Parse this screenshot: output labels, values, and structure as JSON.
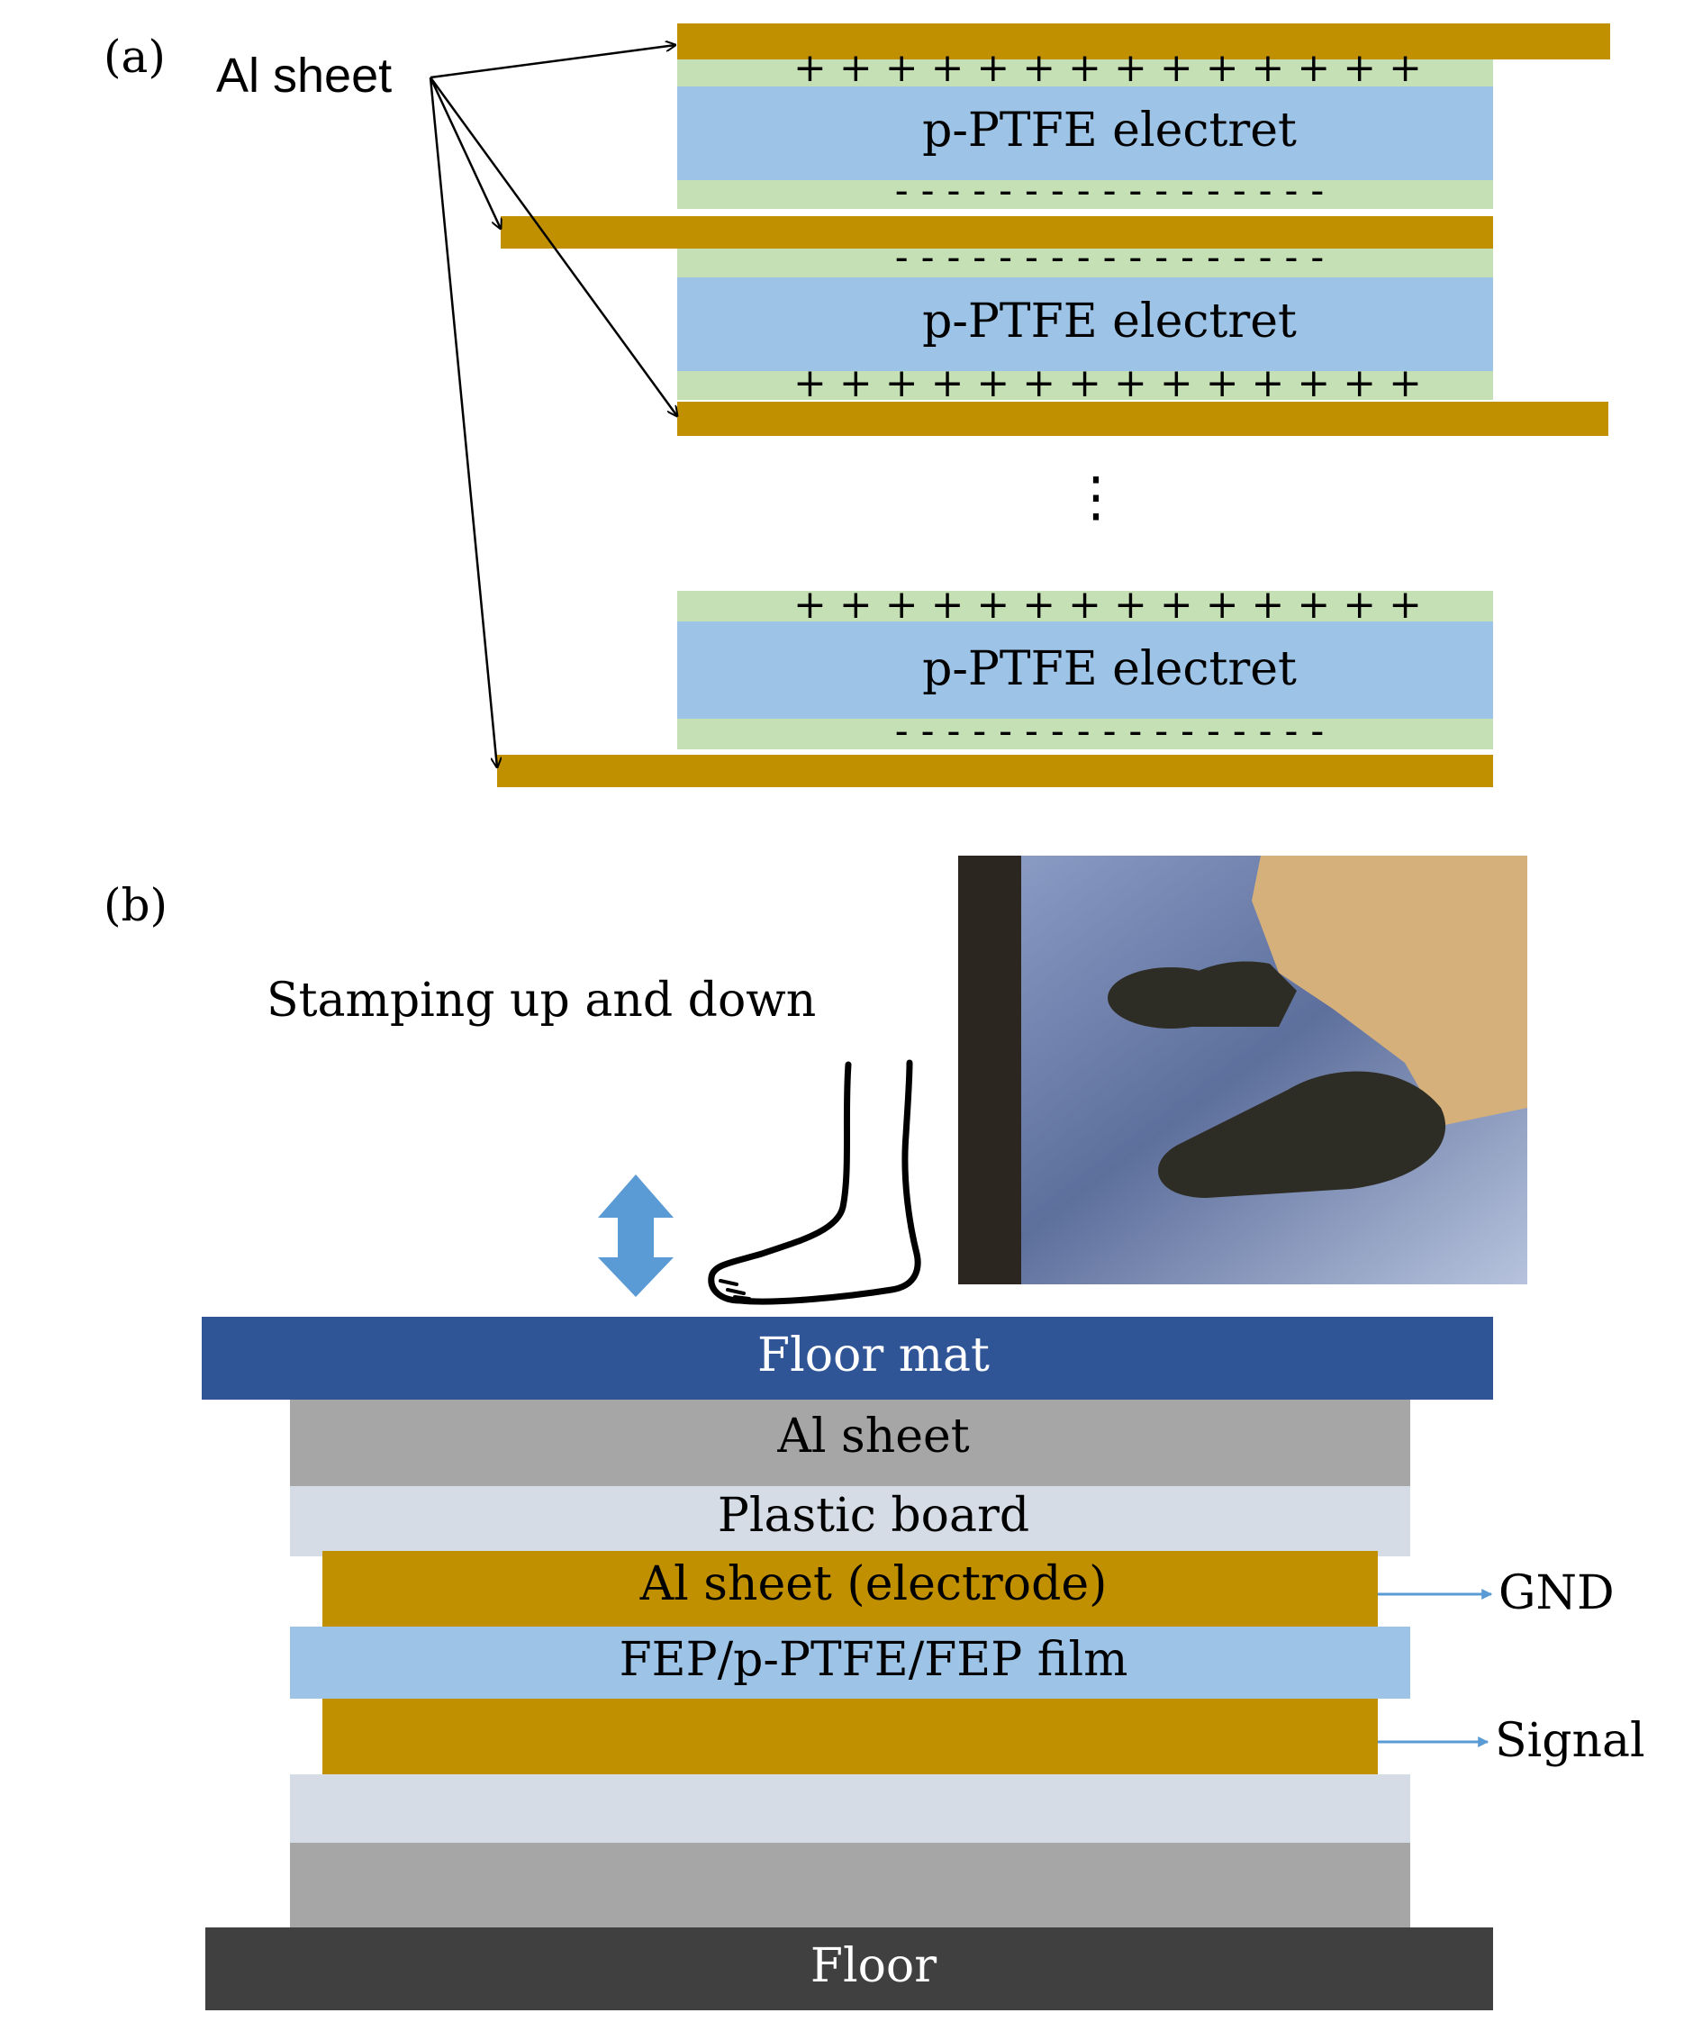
{
  "panel_a": {
    "label": "(a)",
    "al_sheet_label": "Al sheet",
    "electret_label": "p-PTFE electret",
    "plus_charges": "+ + + + + + + + + + + + + +",
    "minus_charges": "- - - - - - - - - - - - - - - - -",
    "ellipsis": "⋮"
  },
  "panel_b": {
    "label": "(b)",
    "stamping_label": "Stamping up and down",
    "layers": {
      "floor_mat": "Floor mat",
      "al_sheet": "Al sheet",
      "plastic_board": "Plastic board",
      "al_electrode": "Al sheet (electrode)",
      "film": "FEP/p-PTFE/FEP film",
      "floor": "Floor"
    },
    "gnd_label": "GND",
    "signal_label": "Signal"
  },
  "colors": {
    "al_gold": "#c19000",
    "green_layer": "#c5e0b4",
    "blue_electret": "#9dc3e6",
    "floor_mat": "#2f5597",
    "grey_al": "#a6a6a6",
    "plastic": "#d6dce5",
    "floor": "#404040",
    "arrow_blue": "#5b9bd5"
  }
}
